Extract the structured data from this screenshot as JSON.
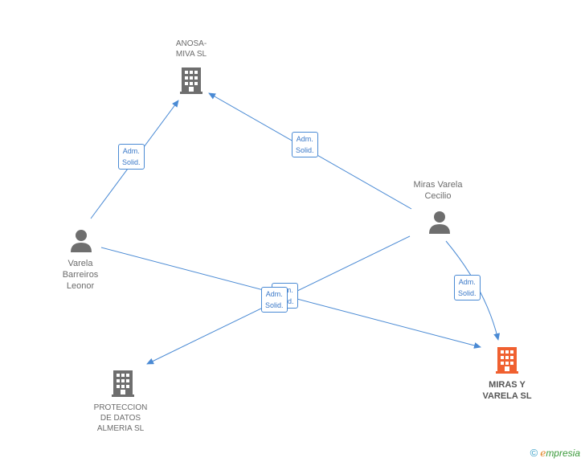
{
  "nodes": {
    "anosa": {
      "label": "ANOSA-\nMIVA SL",
      "type": "company",
      "color": "#6e6e6e"
    },
    "miras_cecilio": {
      "label": "Miras Varela\nCecilio",
      "type": "person",
      "color": "#6e6e6e"
    },
    "varela_leonor": {
      "label": "Varela\nBarreiros\nLeonor",
      "type": "person",
      "color": "#6e6e6e"
    },
    "proteccion": {
      "label": "PROTECCION\nDE DATOS\nALMERIA SL",
      "type": "company",
      "color": "#6e6e6e"
    },
    "miras_varela": {
      "label": "MIRAS Y\nVARELA SL",
      "type": "company",
      "color": "#f06030"
    }
  },
  "edges": [
    {
      "from": "varela_leonor",
      "to": "anosa",
      "label": "Adm.\nSolid."
    },
    {
      "from": "miras_cecilio",
      "to": "anosa",
      "label": "Adm.\nSolid."
    },
    {
      "from": "miras_cecilio",
      "to": "miras_varela",
      "label": "Adm.\nSolid."
    },
    {
      "from": "varela_leonor",
      "to": "miras_varela",
      "label": "Adm.\nSolid."
    },
    {
      "from": "miras_cecilio",
      "to": "proteccion",
      "label": "Adm.\nSolid."
    }
  ],
  "colors": {
    "edge": "#4a8ad4",
    "node": "#6e6e6e",
    "focus": "#f06030"
  },
  "brand": {
    "copyright": "©",
    "e": "e",
    "rest": "mpresia"
  }
}
